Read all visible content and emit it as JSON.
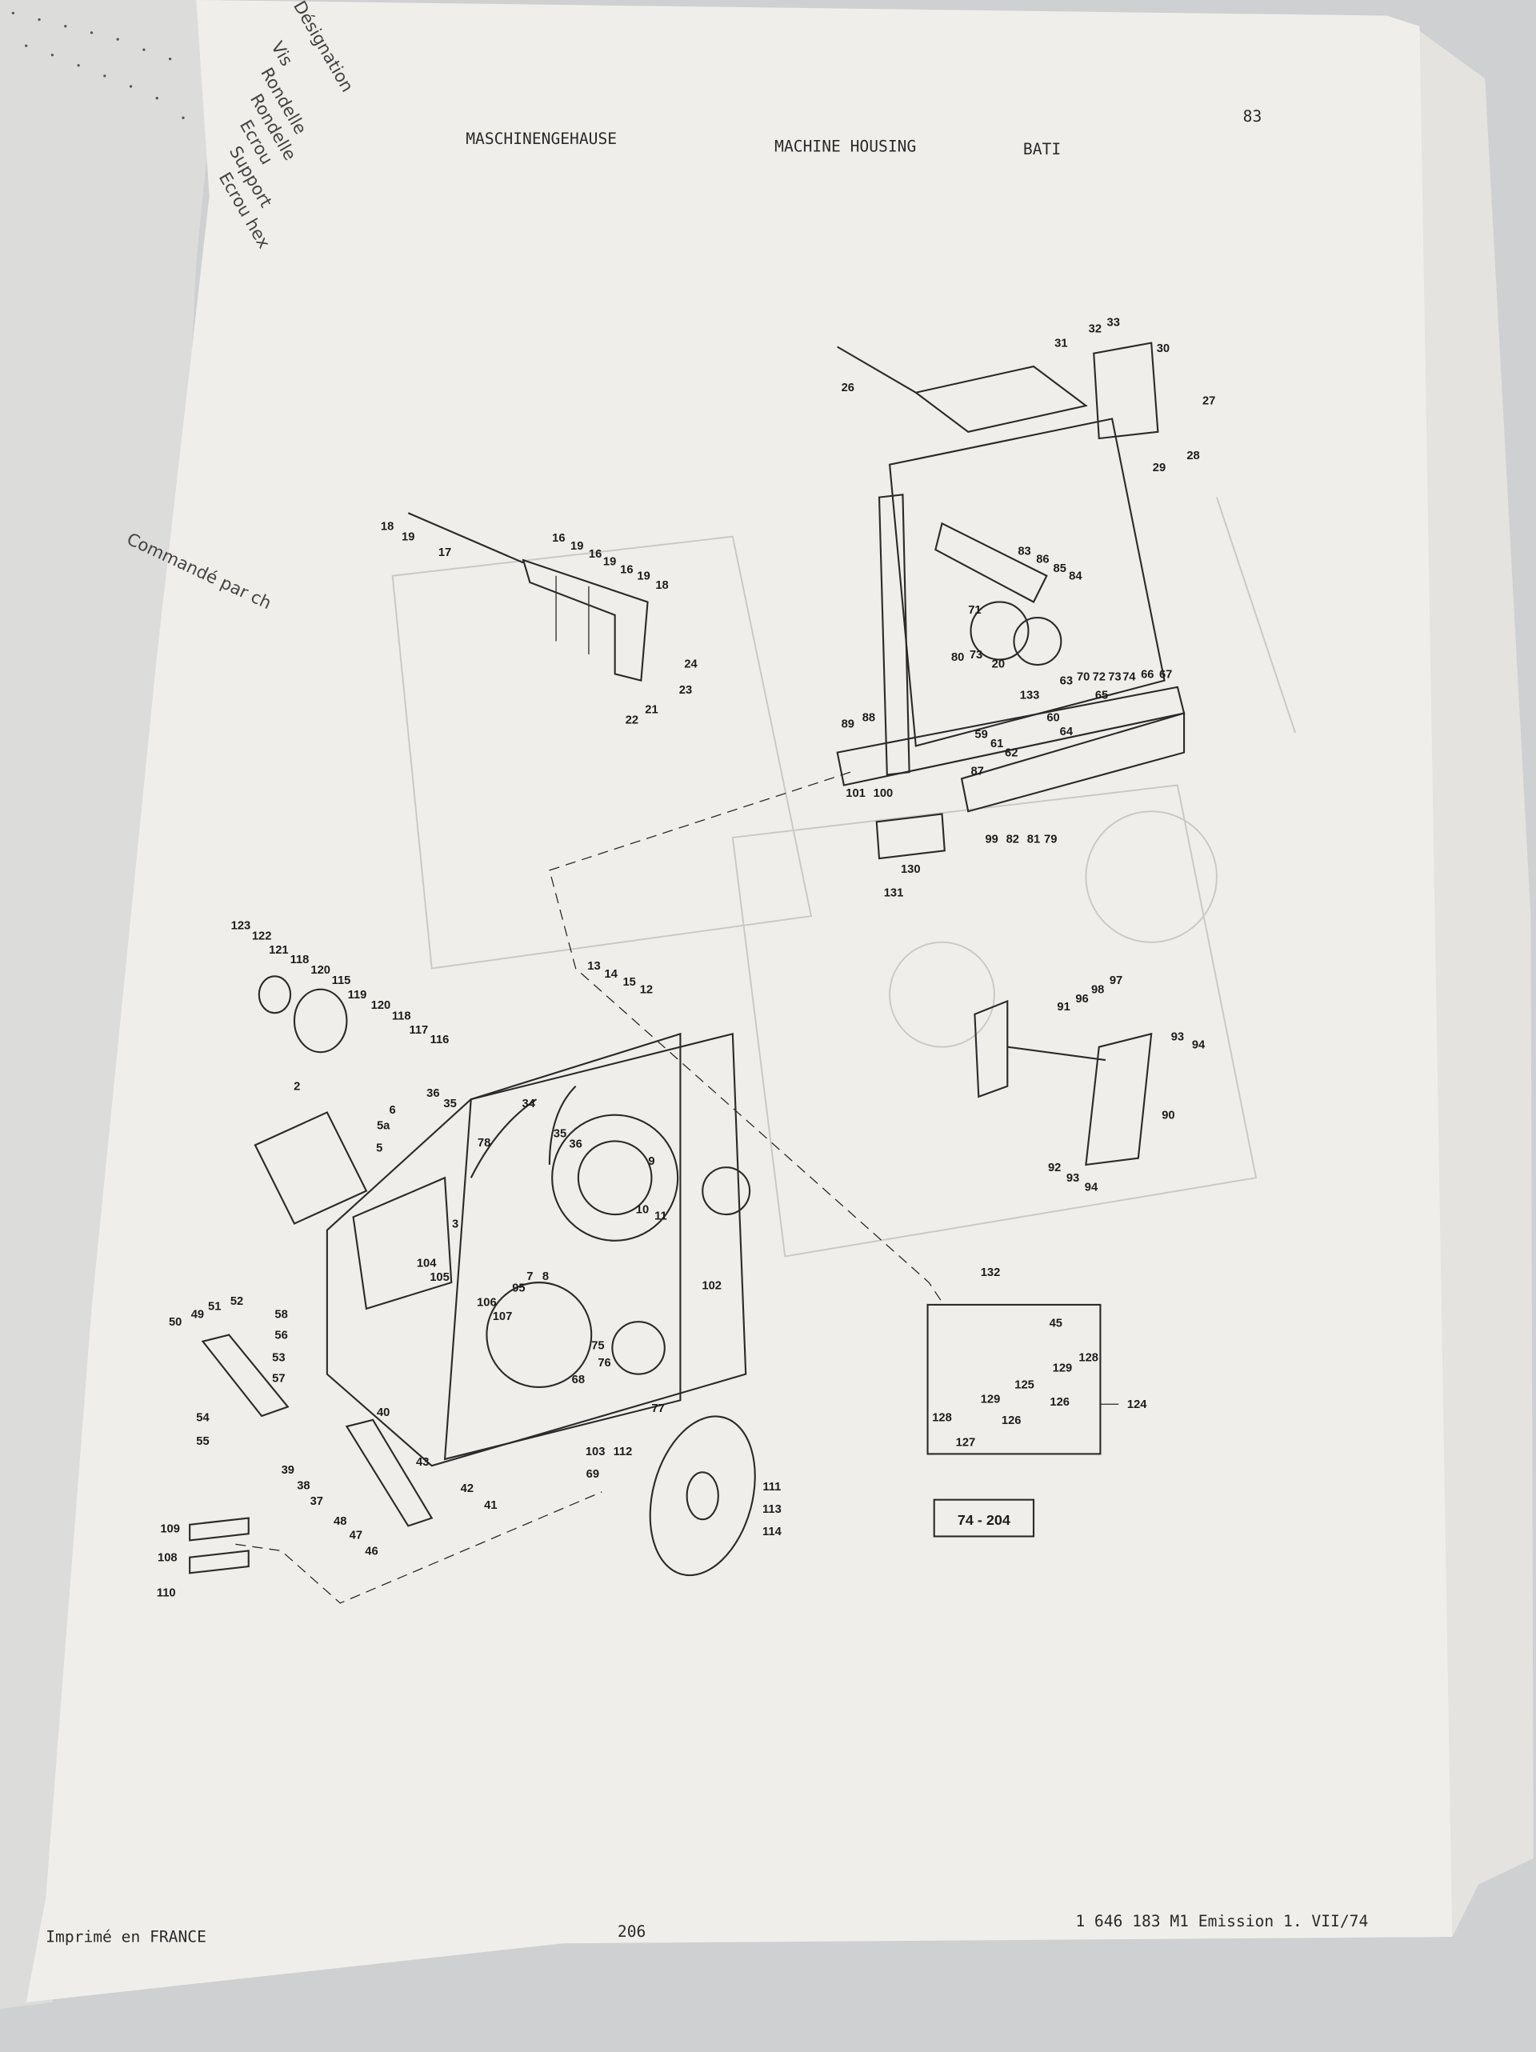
{
  "header": {
    "page_number": "83",
    "title_de": "MASCHINENGEHAUSE",
    "title_en": "MACHINE HOUSING",
    "title_fr": "BATI"
  },
  "left_page": {
    "column_heading": "Désignation",
    "items": [
      "Vis",
      "Rondelle",
      "Rondelle",
      "Ecrou",
      "Support",
      "Ecrou hex"
    ],
    "note": "Commandé par ch"
  },
  "diagram": {
    "reference_box": "74 - 204",
    "callouts": [
      "31",
      "32",
      "33",
      "30",
      "26",
      "27",
      "28",
      "29",
      "83",
      "86",
      "85",
      "84",
      "71",
      "73",
      "80",
      "20",
      "63",
      "70",
      "72",
      "73",
      "74",
      "66",
      "67",
      "65",
      "133",
      "60",
      "64",
      "59",
      "61",
      "62",
      "89",
      "88",
      "87",
      "101",
      "100",
      "99",
      "82",
      "81",
      "79",
      "130",
      "131",
      "18",
      "19",
      "17",
      "16",
      "19",
      "16",
      "19",
      "16",
      "19",
      "18",
      "24",
      "23",
      "21",
      "22",
      "123",
      "122",
      "121",
      "118",
      "120",
      "115",
      "119",
      "120",
      "118",
      "117",
      "116",
      "2",
      "13",
      "14",
      "15",
      "12",
      "36",
      "35",
      "34",
      "78",
      "35",
      "36",
      "6",
      "5a",
      "5",
      "9",
      "10",
      "11",
      "3",
      "104",
      "105",
      "7",
      "8",
      "95",
      "106",
      "107",
      "102",
      "58",
      "56",
      "53",
      "57",
      "52",
      "51",
      "49",
      "50",
      "75",
      "76",
      "77",
      "68",
      "54",
      "55",
      "40",
      "39",
      "38",
      "37",
      "43",
      "42",
      "41",
      "48",
      "47",
      "46",
      "103",
      "69",
      "112",
      "111",
      "113",
      "114",
      "109",
      "108",
      "110",
      "91",
      "96",
      "98",
      "97",
      "93",
      "94",
      "90",
      "92",
      "93",
      "94",
      "132",
      "45",
      "128",
      "129",
      "125",
      "126",
      "126",
      "129",
      "128",
      "127",
      "124"
    ]
  },
  "footer": {
    "printed_in": "Imprimé en FRANCE",
    "page": "206",
    "doc_ref": "1 646 183 M1 Emission 1. VII/74"
  }
}
